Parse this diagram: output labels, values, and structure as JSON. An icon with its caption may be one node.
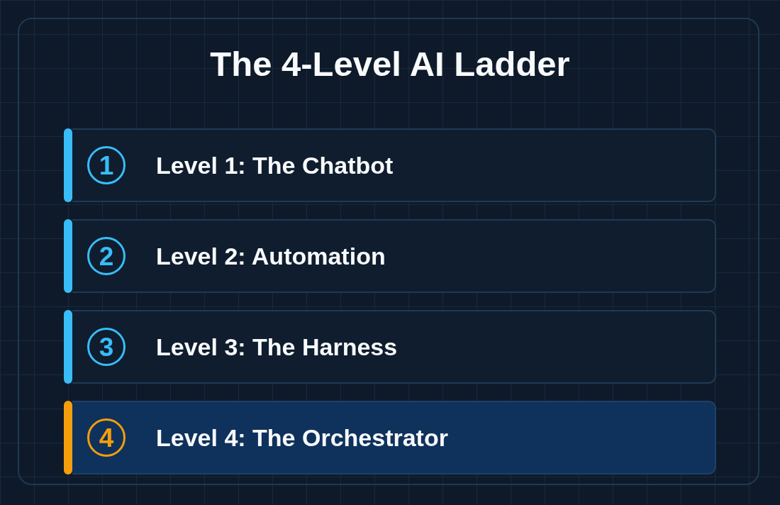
{
  "diagram": {
    "title": "The 4-Level AI Ladder",
    "nodes": [
      {
        "text": [
          "Level 1: The Chatbot"
        ]
      },
      {
        "text": [
          "1"
        ],
        "in": 0
      },
      {
        "text": [
          "Level 2: Automation"
        ]
      },
      {
        "text": [
          "2"
        ],
        "in": 2
      },
      {
        "text": [
          "Level 3: The Harness"
        ]
      },
      {
        "text": [
          "3"
        ],
        "in": 4
      },
      {
        "text": [
          "Level 4: The Orchestrator"
        ]
      },
      {
        "text": [
          "4"
        ],
        "in": 6
      }
    ]
  }
}
